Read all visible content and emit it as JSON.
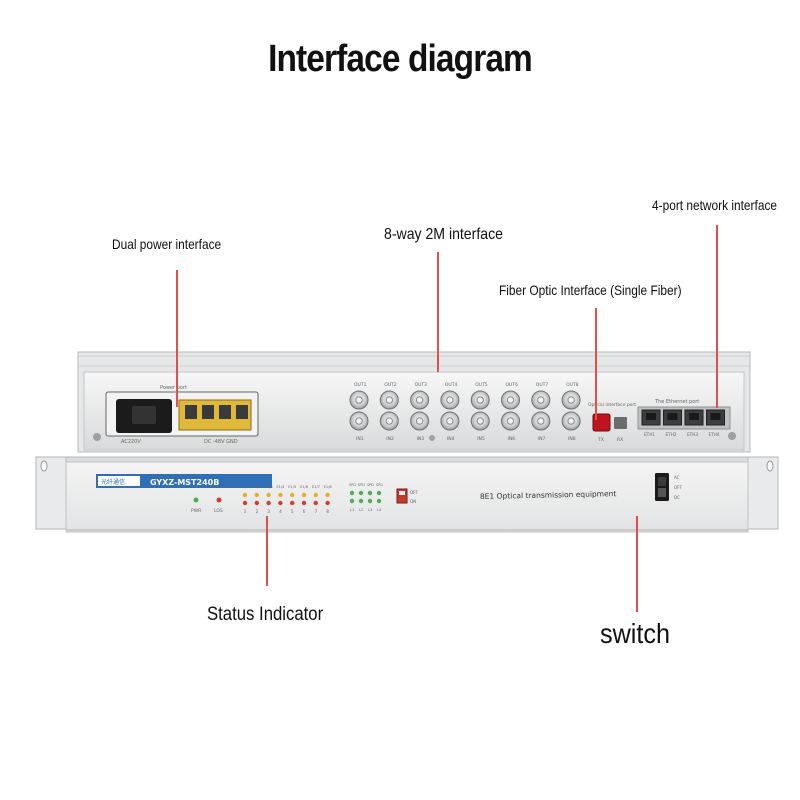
{
  "title": "Interface diagram",
  "labels": {
    "dual_power": "Dual power interface",
    "e1_interface": "8-way 2M interface",
    "network": "4-port network interface",
    "fiber": "Fiber Optic Interface (Single Fiber)",
    "status": "Status Indicator",
    "switch": "switch"
  },
  "device": {
    "rear": {
      "power_port_caption": "Power port",
      "ac_caption": "AC220V",
      "dc_caption": "DC -48V GND",
      "bnc_top_labels": [
        "OUT1",
        "OUT2",
        "OUT3",
        "OUT4",
        "OUT5",
        "OUT6",
        "OUT7",
        "OUT8"
      ],
      "bnc_bottom_labels": [
        "IN1",
        "IN2",
        "IN3",
        "IN4",
        "IN5",
        "IN6",
        "IN7",
        "IN8"
      ],
      "fiber_caption": "Optical interface port",
      "fiber_tx": "TX",
      "fiber_rx": "RX",
      "eth_caption": "The Ethernet port",
      "eth_ports": [
        "ETH1",
        "ETH2",
        "ETH3",
        "ETH4"
      ]
    },
    "front": {
      "brand": "光纤通信",
      "model": "GYXZ-MST240B",
      "pwr": "PWR",
      "los": "LOS",
      "e1_labels": [
        "E1/1",
        "E1/2",
        "E1/3",
        "E1/4",
        "E1/5",
        "E1/6",
        "E1/7",
        "E1/8"
      ],
      "e1_numbers": [
        "1",
        "2",
        "3",
        "4",
        "5",
        "6",
        "7",
        "8"
      ],
      "net_labels": [
        "SPD",
        "SPD",
        "SPD",
        "SPD"
      ],
      "net_bottom": [
        "L1",
        "L2",
        "L3",
        "L4"
      ],
      "dip_off": "OFF",
      "dip_on": "ON",
      "product_text": "8E1 Optical transmission equipment",
      "switch_marks": [
        "AC",
        "OFF",
        "DC"
      ]
    }
  },
  "colors": {
    "leader": "#e0514e",
    "panel": "#eceded",
    "fiber_red": "#c0141d",
    "led_red": "#d63a2f",
    "led_green": "#4caf50",
    "led_yellow": "#e3b020"
  }
}
